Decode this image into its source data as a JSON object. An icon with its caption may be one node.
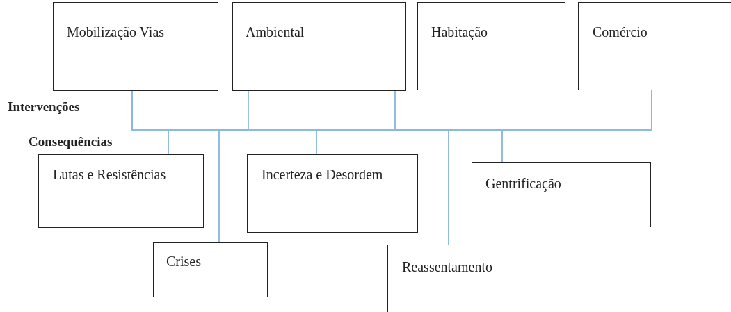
{
  "diagram": {
    "nodes": [
      {
        "text": [
          "Mobilização Vias"
        ]
      },
      {
        "text": [
          "Ambiental"
        ]
      },
      {
        "text": [
          "Habitação"
        ]
      },
      {
        "text": [
          "Comércio"
        ]
      },
      {
        "text": [
          "Lutas e Resistências"
        ]
      },
      {
        "text": [
          "Incerteza e Desordem"
        ]
      },
      {
        "text": [
          "Gentrificação"
        ]
      },
      {
        "text": [
          "Crises"
        ]
      },
      {
        "text": [
          "Reassentamento"
        ]
      }
    ],
    "edges": [
      {
        "from": 0,
        "to": 4,
        "arrow": "none"
      },
      {
        "from": 0,
        "to": 7,
        "arrow": "none"
      },
      {
        "from": 0,
        "to": 5,
        "arrow": "none"
      },
      {
        "from": 0,
        "to": 8,
        "arrow": "none"
      },
      {
        "from": 0,
        "to": 6,
        "arrow": "none"
      },
      {
        "from": 1,
        "to": 4,
        "arrow": "none"
      },
      {
        "from": 1,
        "to": 7,
        "arrow": "none"
      },
      {
        "from": 1,
        "to": 5,
        "arrow": "none"
      },
      {
        "from": 1,
        "to": 8,
        "arrow": "none"
      },
      {
        "from": 1,
        "to": 6,
        "arrow": "none"
      },
      {
        "from": 3,
        "to": 4,
        "arrow": "none"
      },
      {
        "from": 3,
        "to": 7,
        "arrow": "none"
      },
      {
        "from": 3,
        "to": 5,
        "arrow": "none"
      },
      {
        "from": 3,
        "to": 8,
        "arrow": "none"
      },
      {
        "from": 3,
        "to": 6,
        "arrow": "none"
      }
    ],
    "labels": [
      "Intervenções",
      "Consequências"
    ]
  }
}
